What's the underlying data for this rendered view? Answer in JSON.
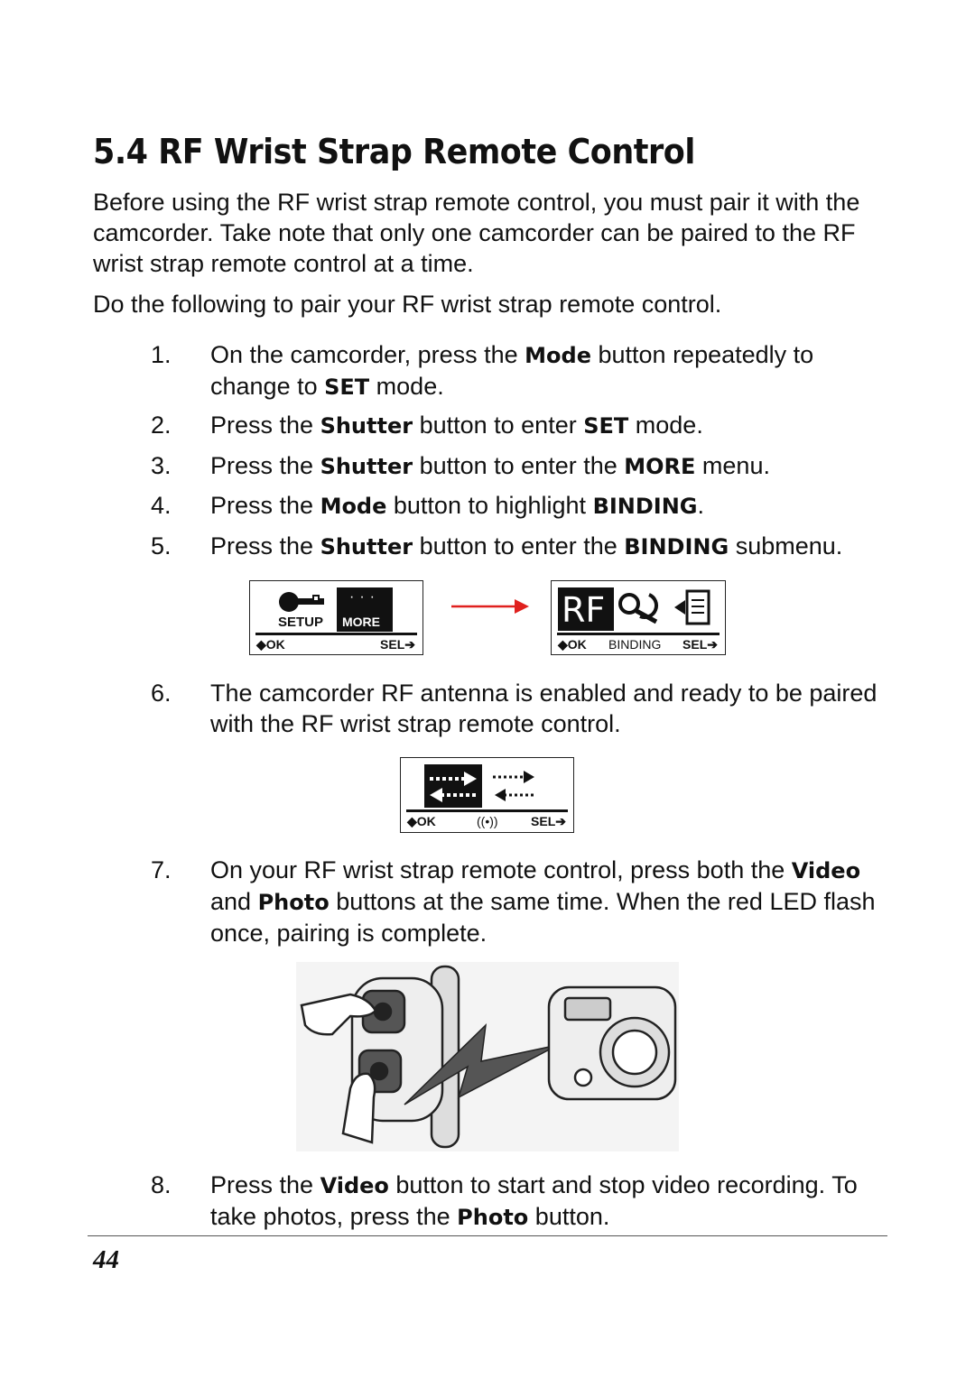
{
  "title": "5.4 RF Wrist Strap Remote Control",
  "intro": "Before using the RF wrist strap remote control, you must pair it with the camcorder. Take note that only one camcorder can be paired to the RF wrist strap remote control at a time.",
  "lead": "Do the following to pair your RF wrist strap remote control.",
  "steps": [
    {
      "n": "1.",
      "parts": [
        "On the camcorder, press the ",
        "Mode",
        " button repeatedly to change to ",
        "SET",
        " mode."
      ]
    },
    {
      "n": "2.",
      "parts": [
        "Press the ",
        "Shutter",
        " button to enter ",
        "SET",
        " mode."
      ]
    },
    {
      "n": "3.",
      "parts": [
        "Press the ",
        "Shutter",
        " button to enter the ",
        "MORE",
        " menu."
      ]
    },
    {
      "n": "4.",
      "parts": [
        "Press the ",
        "Mode",
        " button to highlight ",
        "BINDING",
        "."
      ]
    },
    {
      "n": "5.",
      "parts": [
        "Press the ",
        "Shutter",
        " button to enter the ",
        "BINDING",
        " submenu."
      ]
    },
    {
      "n": "6.",
      "parts": [
        "The camcorder RF antenna is enabled and ready to be paired with the RF wrist strap remote control."
      ]
    },
    {
      "n": "7.",
      "parts": [
        "On your RF wrist strap remote control, press both the ",
        "Video",
        " and ",
        "Photo",
        " buttons at the same time. When the red LED flash once, pairing is complete."
      ]
    },
    {
      "n": "8.",
      "parts": [
        "Press the ",
        "Video",
        " button to start and stop video recording. To take photos, press the ",
        "Photo",
        " button."
      ]
    }
  ],
  "screens": {
    "setup": {
      "label_setup": "SETUP",
      "label_more": "MORE",
      "ok": "OK",
      "sel": "SEL"
    },
    "rf": {
      "rf": "RF",
      "ok": "OK",
      "binding": "BINDING",
      "sel": "SEL"
    },
    "pair": {
      "ok": "OK",
      "signal": "((•))",
      "sel": "SEL"
    }
  },
  "arrow_color": "#e0201e",
  "page_number": "44"
}
